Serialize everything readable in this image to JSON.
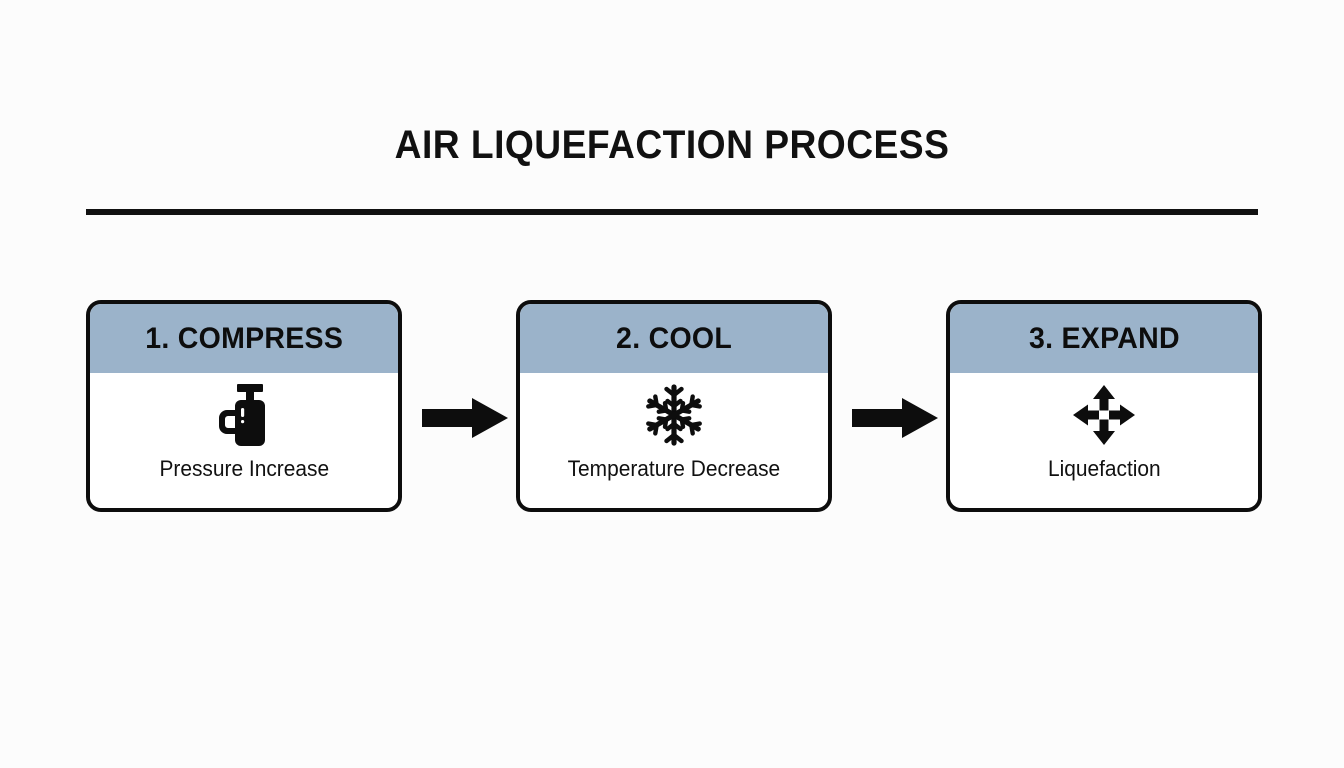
{
  "page": {
    "title": "AIR LIQUEFACTION PROCESS",
    "background_color": "#fcfcfc",
    "rule_color": "#111111"
  },
  "theme": {
    "header_band_color": "#9bb3ca",
    "border_color": "#0d0d0d",
    "text_color": "#111111",
    "card_body_color": "#ffffff"
  },
  "diagram": {
    "type": "process-flow",
    "orientation": "horizontal",
    "step_count": 3,
    "steps": [
      {
        "header": "1. COMPRESS",
        "caption": "Pressure Increase",
        "icon": "gas-cylinder-icon"
      },
      {
        "header": "2. COOL",
        "caption": "Temperature Decrease",
        "icon": "snowflake-icon"
      },
      {
        "header": "3. EXPAND",
        "caption": "Liquefaction",
        "icon": "expand-arrows-icon"
      }
    ],
    "connectors": [
      {
        "icon": "arrow-right-icon",
        "from": "1. COMPRESS",
        "to": "2. COOL"
      },
      {
        "icon": "arrow-right-icon",
        "from": "2. COOL",
        "to": "3. EXPAND"
      }
    ]
  }
}
